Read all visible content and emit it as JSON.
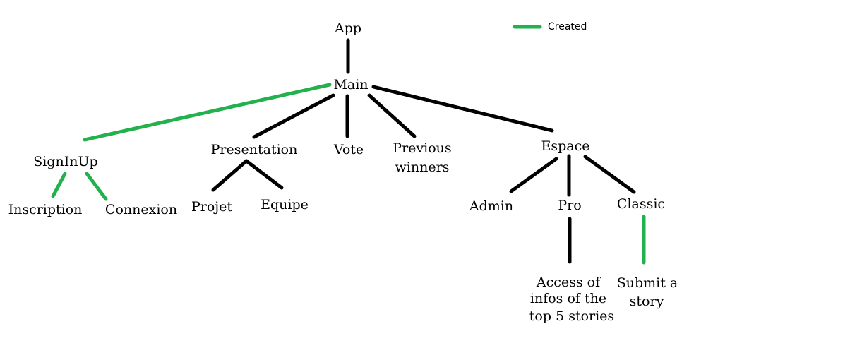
{
  "legend": {
    "label": "Created",
    "color": "#22b14c"
  },
  "edge_colors": {
    "default": "#000000",
    "created": "#22b14c"
  },
  "nodes": {
    "app": {
      "label": "App"
    },
    "main": {
      "label": "Main"
    },
    "signinup": {
      "label": "SignInUp"
    },
    "presentation": {
      "label": "Presentation"
    },
    "vote": {
      "label": "Vote"
    },
    "previous_winners": {
      "lines": [
        "Previous",
        "winners"
      ]
    },
    "espace": {
      "label": "Espace"
    },
    "inscription": {
      "label": "Inscription"
    },
    "connexion": {
      "label": "Connexion"
    },
    "projet": {
      "label": "Projet"
    },
    "equipe": {
      "label": "Equipe"
    },
    "admin": {
      "label": "Admin"
    },
    "pro": {
      "label": "Pro"
    },
    "classic": {
      "label": "Classic"
    },
    "access_infos": {
      "lines": [
        "Access of",
        "infos of the",
        "top 5 stories"
      ]
    },
    "submit_story": {
      "lines": [
        "Submit a",
        "story"
      ]
    }
  },
  "edges": [
    {
      "from": "app",
      "to": "main",
      "created": false
    },
    {
      "from": "main",
      "to": "signinup",
      "created": true
    },
    {
      "from": "main",
      "to": "presentation",
      "created": false
    },
    {
      "from": "main",
      "to": "vote",
      "created": false
    },
    {
      "from": "main",
      "to": "previous_winners",
      "created": false
    },
    {
      "from": "main",
      "to": "espace",
      "created": false
    },
    {
      "from": "signinup",
      "to": "inscription",
      "created": true
    },
    {
      "from": "signinup",
      "to": "connexion",
      "created": true
    },
    {
      "from": "presentation",
      "to": "projet",
      "created": false
    },
    {
      "from": "presentation",
      "to": "equipe",
      "created": false
    },
    {
      "from": "espace",
      "to": "admin",
      "created": false
    },
    {
      "from": "espace",
      "to": "pro",
      "created": false
    },
    {
      "from": "espace",
      "to": "classic",
      "created": false
    },
    {
      "from": "pro",
      "to": "access_infos",
      "created": false
    },
    {
      "from": "classic",
      "to": "submit_story",
      "created": true
    }
  ]
}
